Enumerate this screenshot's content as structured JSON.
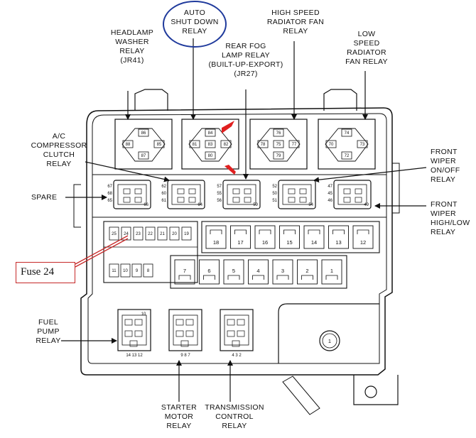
{
  "labels": {
    "auto_shutdown": "AUTO\nSHUT DOWN\nRELAY",
    "headlamp_washer": "HEADLAMP\nWASHER\nRELAY\n(JR41)",
    "rear_fog": "REAR FOG\nLAMP RELAY\n(BUILT-UP-EXPORT)\n(JR27)",
    "high_speed_fan": "HIGH SPEED\nRADIATOR FAN\nRELAY",
    "low_speed_fan": "LOW\nSPEED\nRADIATOR\nFAN RELAY",
    "ac_clutch": "A/C\nCOMPRESSOR\nCLUTCH\nRELAY",
    "spare": "SPARE",
    "front_wiper_onoff": "FRONT\nWIPER\nON/OFF\nRELAY",
    "front_wiper_highlow": "FRONT\nWIPER\nHIGH/LOW\nRELAY",
    "fuel_pump": "FUEL\nPUMP\nRELAY",
    "starter_motor": "STARTER\nMOTOR\nRELAY",
    "transmission_control": "TRANSMISSION\nCONTROL\nRELAY",
    "fuse24_note": "Fuse 24"
  },
  "big_relays": [
    {
      "pins": [
        "86",
        "88",
        "85",
        "87"
      ]
    },
    {
      "pins": [
        "84",
        "81",
        "83",
        "82",
        "80"
      ]
    },
    {
      "pins": [
        "76",
        "78",
        "75",
        "77",
        "79"
      ]
    },
    {
      "pins": [
        "74",
        "70",
        "73",
        "72"
      ]
    }
  ],
  "mini_relays": [
    {
      "left": [
        "67",
        "68",
        "65"
      ],
      "right": [
        "66"
      ]
    },
    {
      "left": [
        "62",
        "60",
        "61"
      ],
      "right": [
        "64"
      ]
    },
    {
      "left": [
        "57",
        "55",
        "56"
      ],
      "right": [
        "59"
      ]
    },
    {
      "left": [
        "52",
        "50",
        "51"
      ],
      "right": [
        "54"
      ]
    },
    {
      "left": [
        "47",
        "45",
        "46"
      ],
      "right": [
        "49"
      ]
    }
  ],
  "small_fuses_top": [
    "25",
    "24",
    "23",
    "22",
    "21",
    "20",
    "19"
  ],
  "small_fuses_bottom": [
    "11",
    "10",
    "9",
    "8"
  ],
  "maxi_fuses_top": [
    "18",
    "17",
    "16",
    "15",
    "14",
    "13",
    "12"
  ],
  "maxi_fuses_bottom": [
    "7",
    "6",
    "5",
    "4",
    "3",
    "2",
    "1"
  ],
  "bottom_relays": [
    {
      "top": "10",
      "bottom": "14 13 12"
    },
    {
      "top": "",
      "bottom": "9  8  7"
    },
    {
      "top": "",
      "bottom": "4  3  2"
    }
  ],
  "round_fuse": "1",
  "colors": {
    "highlight_circle": "#1f3a9c",
    "red_pointer": "#e02020",
    "fuse_note_border": "#c62828",
    "ink": "#111111"
  }
}
